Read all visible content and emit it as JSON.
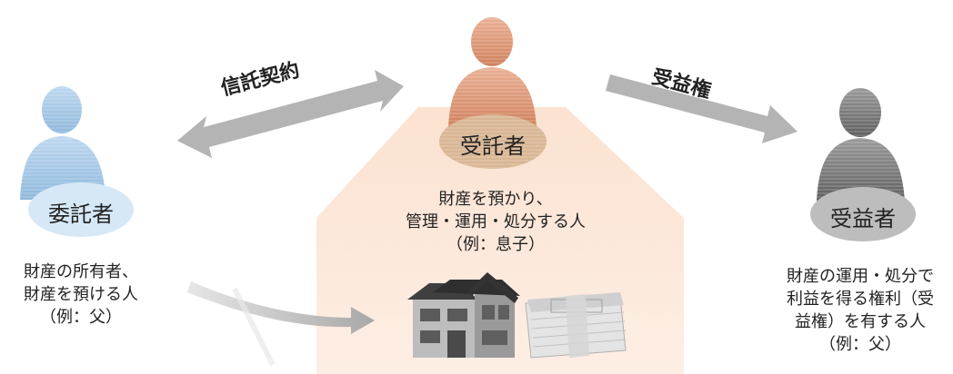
{
  "parties": {
    "settlor": {
      "name": "委託者",
      "desc": [
        "財産の所有者、",
        "財産を預ける人",
        "（例：父）"
      ],
      "color": "#a9cbe8"
    },
    "trustee": {
      "name": "受託者",
      "desc": [
        "財産を預かり、",
        "管理・運用・処分する人",
        "（例：息子）"
      ],
      "color": "#e39b78"
    },
    "beneficiary": {
      "name": "受益者",
      "desc": [
        "財産の運用・処分で",
        "利益を得る権利（受",
        "益権）を有する人",
        "（例：父）"
      ],
      "color": "#7d7d7d"
    }
  },
  "arrows": {
    "contract": "信託契約",
    "beneficial_interest": "受益権"
  },
  "assets": {
    "house_icon": "house-icon",
    "cash_icon": "cash-stack-icon"
  },
  "colors": {
    "trust_area": "#fde9dc",
    "arrow_gray": "#b3b3b3",
    "trustee_badge": "#d8b391",
    "settlor_badge": "#d4e6f5",
    "beneficiary_badge": "#b9b9b9"
  }
}
